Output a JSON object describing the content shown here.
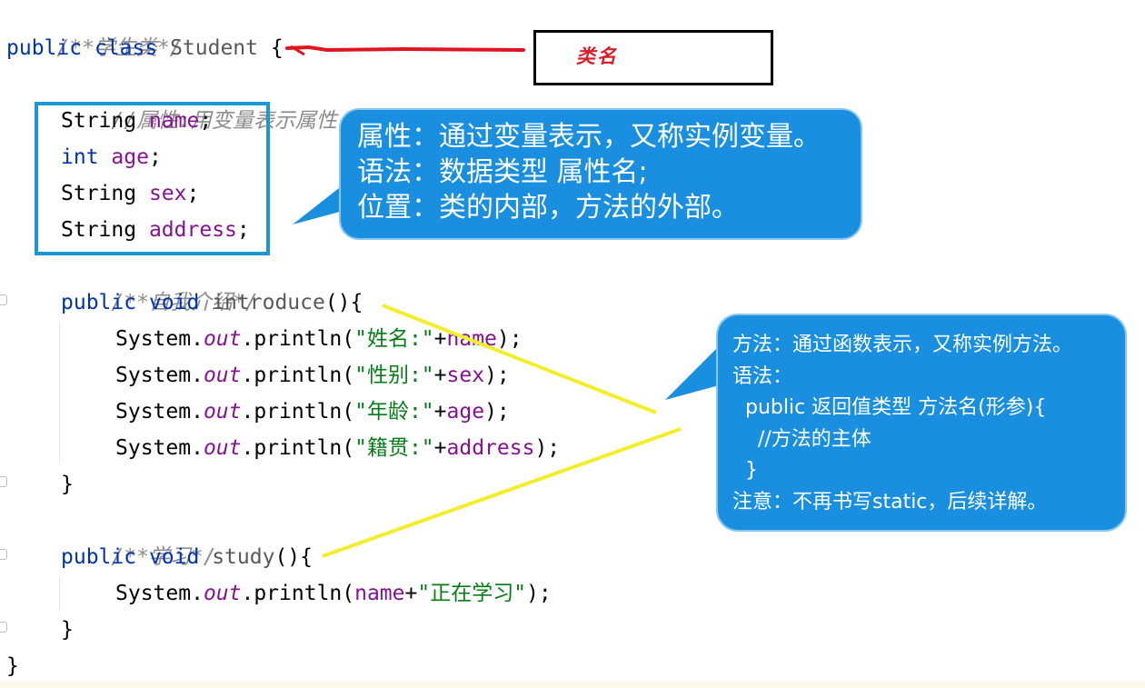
{
  "code": {
    "doc_class": "/**学生类*/",
    "class_decl": {
      "modifier": "public",
      "keyword": "class",
      "name": "Student",
      "brace": "{"
    },
    "attr_comment": "//属性:用变量表示属性,必须在类中方法外",
    "fields": [
      {
        "type": "String",
        "name": "name",
        "end": ";"
      },
      {
        "type": "int",
        "name": "age",
        "end": ";"
      },
      {
        "type": "String",
        "name": "sex",
        "end": ";"
      },
      {
        "type": "String",
        "name": "address",
        "end": ";"
      }
    ],
    "intro_doc": "/**自我介绍*/",
    "introduce": {
      "modifier": "public",
      "ret": "void",
      "name": "introduce",
      "sig_end": "(){"
    },
    "print_lines": [
      {
        "recv": "System.",
        "out": "out",
        "call": ".println(",
        "str": "\"姓名:\"",
        "plus": "+",
        "field": "name",
        "end": ");"
      },
      {
        "recv": "System.",
        "out": "out",
        "call": ".println(",
        "str": "\"性别:\"",
        "plus": "+",
        "field": "sex",
        "end": ");"
      },
      {
        "recv": "System.",
        "out": "out",
        "call": ".println(",
        "str": "\"年龄:\"",
        "plus": "+",
        "field": "age",
        "end": ");"
      },
      {
        "recv": "System.",
        "out": "out",
        "call": ".println(",
        "str": "\"籍贯:\"",
        "plus": "+",
        "field": "address",
        "end": ");"
      }
    ],
    "method_close": "}",
    "study_doc": "/**学习*/",
    "study": {
      "modifier": "public",
      "ret": "void",
      "name": "study",
      "sig_end": "(){"
    },
    "study_print": {
      "recv": "System.",
      "out": "out",
      "call": ".println(",
      "field": "name",
      "plus": "+",
      "str": "\"正在学习\"",
      "end": ");"
    },
    "class_close": "}"
  },
  "annotations": {
    "class_name_label": "类名",
    "attribute_note": [
      "属性：通过变量表示，又称实例变量。",
      "语法：数据类型 属性名;",
      "位置：类的内部，方法的外部。"
    ],
    "method_note": [
      "方法：通过函数表示，又称实例方法。",
      "语法：",
      "  public 返回值类型 方法名(形参){",
      "    //方法的主体",
      "  }",
      "注意：不再书写static，后续详解。"
    ]
  },
  "colors": {
    "keyword": "#0033b3",
    "field": "#871094",
    "string": "#067d17",
    "comment": "#8c8c8c",
    "bubble": "#1a8fe0",
    "frame": "#1d96d6",
    "red_arrow": "#e0141e",
    "yellow_lines": "#f4ee2a",
    "label_text": "#d81f2a"
  }
}
